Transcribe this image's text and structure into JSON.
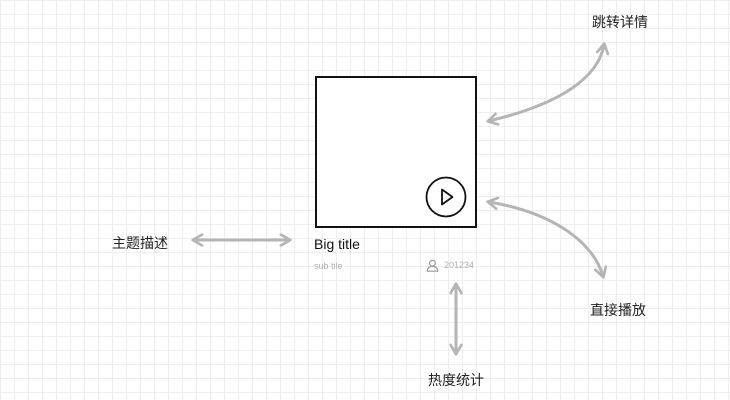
{
  "card": {
    "big_title": "Big title",
    "sub_title": "sub tile",
    "play_count": "201234"
  },
  "annotations": {
    "jump_detail": "跳转详情",
    "topic_desc": "主题描述",
    "play_direct": "直接播放",
    "hot_stats": "热度统计"
  },
  "icons": {
    "play": "play-icon",
    "user": "user-icon"
  },
  "colors": {
    "arrow": "#b5b5b5",
    "card_border": "#111111",
    "muted_text": "#b0b0b0"
  }
}
